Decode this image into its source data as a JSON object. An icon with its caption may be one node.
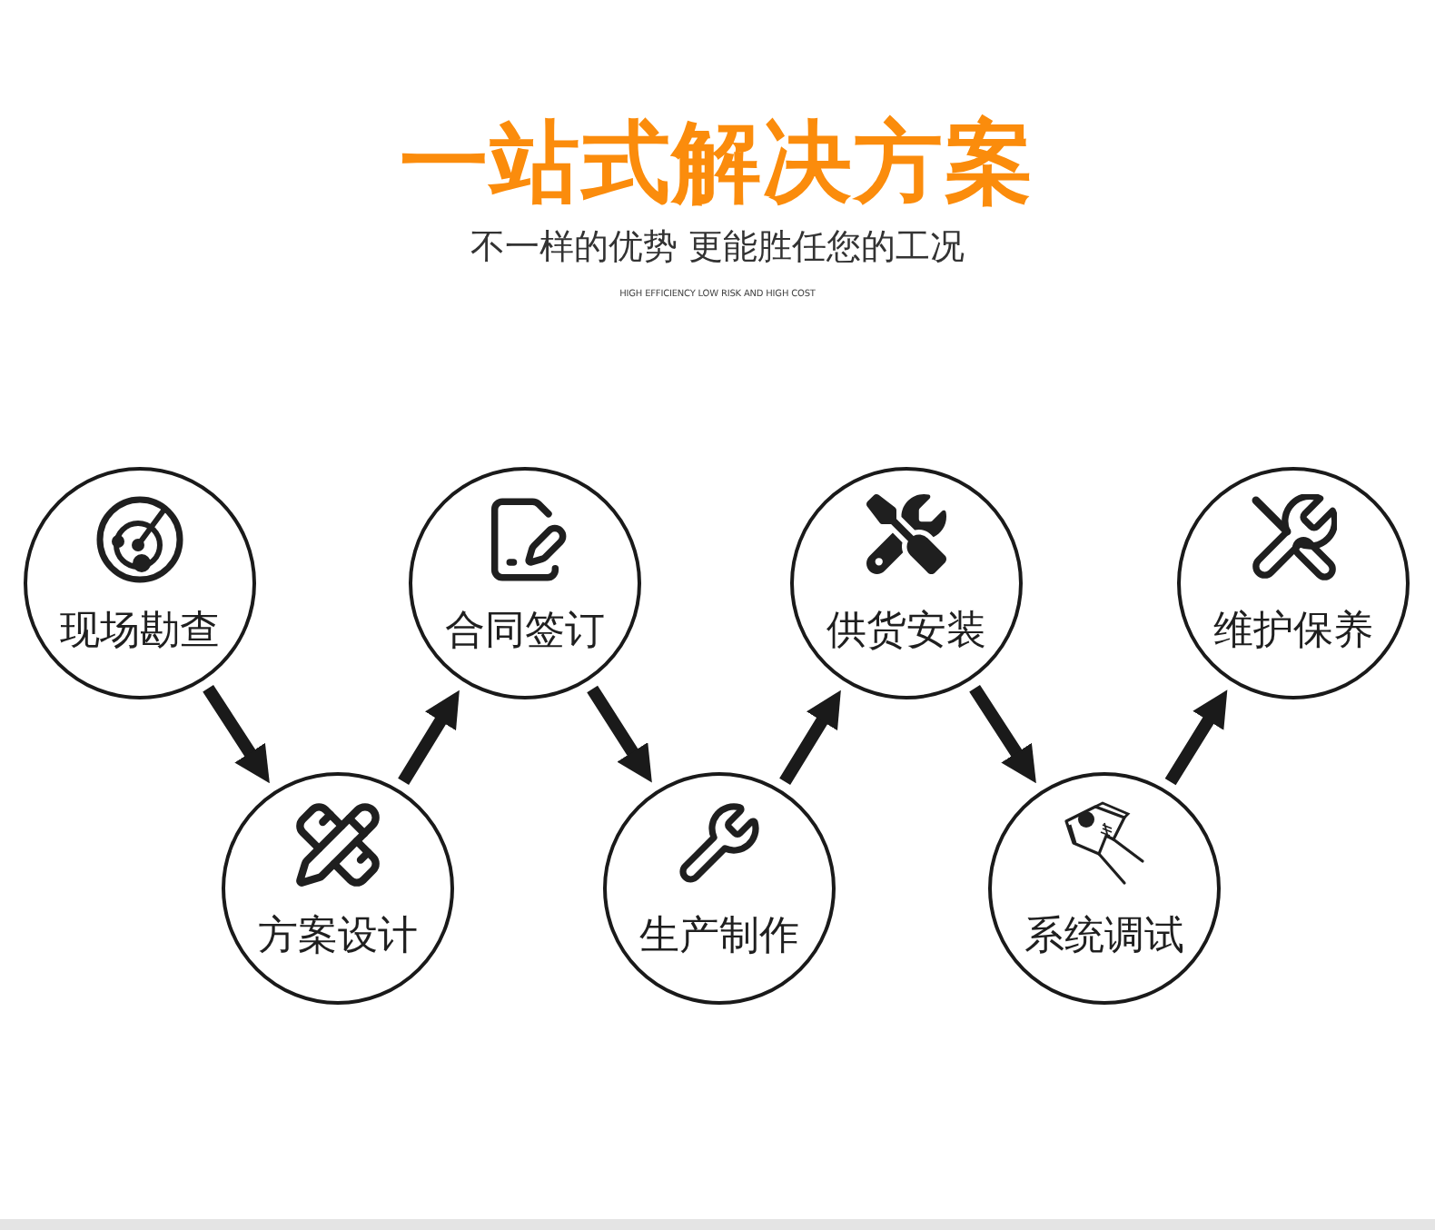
{
  "diagram": {
    "title": "一站式解决方案",
    "nodes": [
      {
        "text": [
          "现场勘查"
        ]
      },
      {
        "text": [
          "方案设计"
        ]
      },
      {
        "text": [
          "合同签订"
        ]
      },
      {
        "text": [
          "生产制作"
        ]
      },
      {
        "text": [
          "供货安装"
        ]
      },
      {
        "text": [
          "系统调试"
        ]
      },
      {
        "text": [
          "维护保养"
        ]
      }
    ],
    "edges": [
      {
        "from": 0,
        "to": 1,
        "arrow": "to"
      },
      {
        "from": 1,
        "to": 2,
        "arrow": "to"
      },
      {
        "from": 2,
        "to": 3,
        "arrow": "to"
      },
      {
        "from": 3,
        "to": 4,
        "arrow": "to"
      },
      {
        "from": 4,
        "to": 5,
        "arrow": "to"
      },
      {
        "from": 5,
        "to": 6,
        "arrow": "to"
      }
    ],
    "labels": [
      "不一样的优势 更能胜任您的工况",
      "HIGH EFFICIENCY LOW RISK AND HIGH COST"
    ]
  }
}
